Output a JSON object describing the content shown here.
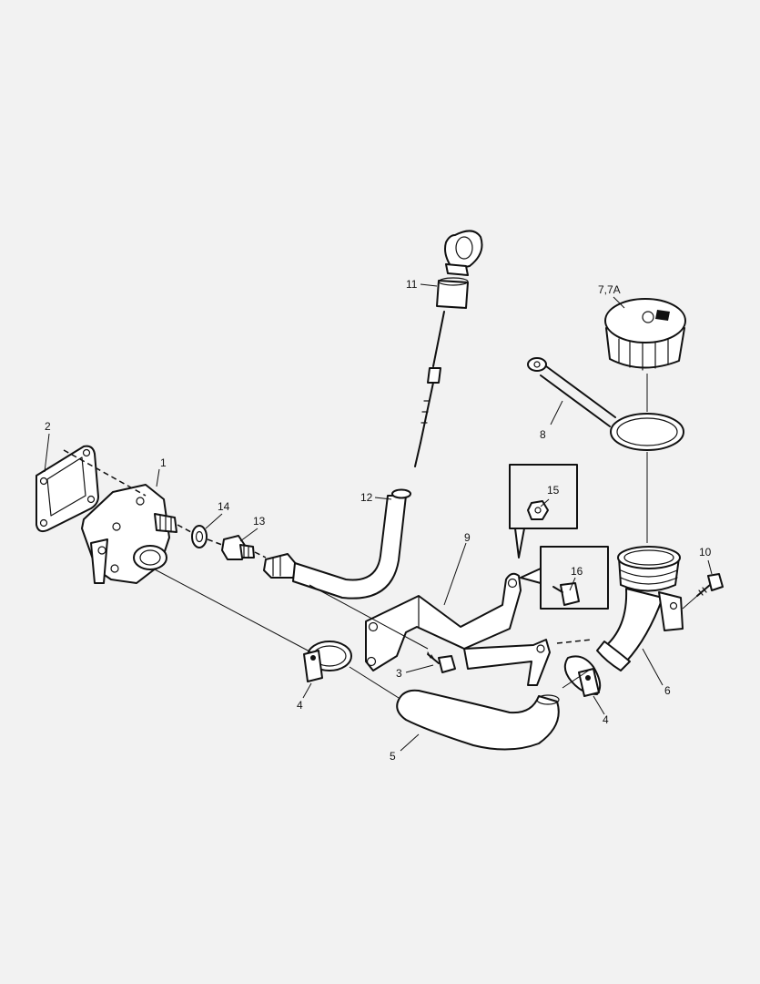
{
  "callouts": {
    "p1": "1",
    "p2": "2",
    "p3": "3",
    "p4a": "4",
    "p4b": "4",
    "p5": "5",
    "p6": "6",
    "p7": "7,7A",
    "p8": "8",
    "p9": "9",
    "p10": "10",
    "p11": "11",
    "p12": "12",
    "p13": "13",
    "p14": "14",
    "p15": "15",
    "p16": "16"
  }
}
